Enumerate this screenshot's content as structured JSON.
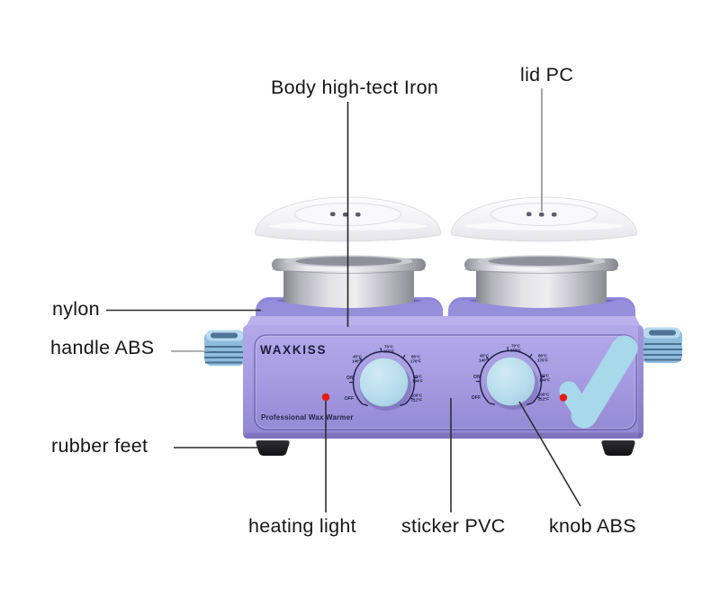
{
  "diagram": {
    "callouts": {
      "body_material": "Body high-tect Iron",
      "lid_material": "lid PC",
      "nylon": "nylon",
      "handle_material": "handle ABS",
      "rubber_feet": "rubber feet",
      "heating_light": "heating light",
      "sticker_material": "sticker PVC",
      "knob_material": "knob ABS"
    },
    "device": {
      "brand": "WAXKISS",
      "tagline": "Professional Wax Warmer",
      "knob_scale": {
        "on": "ON",
        "off": "OFF",
        "temp1": "45°C\n140°F",
        "temp2": "70°C\n158°F",
        "temp3": "80°C\n176°F",
        "temp4": "90°C\n194°F",
        "temp5": "100°C\n212°F"
      },
      "colors": {
        "body_purple": "#a89de2",
        "collar_purple": "#8a81d6",
        "handle_blue": "#9dc8e6",
        "knob_blue": "#b6dcec",
        "checkmark_blue": "#a7d9eb",
        "heating_light_red": "#e41b0f",
        "foot_black": "#1b1b20"
      }
    }
  }
}
